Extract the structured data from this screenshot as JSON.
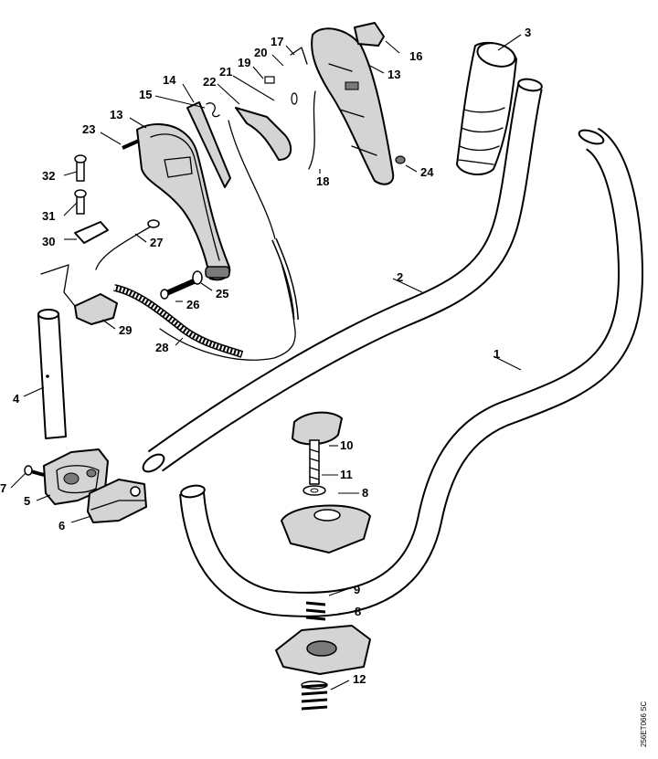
{
  "diagram_code": "256ET066 SC",
  "callouts": {
    "c1": "1",
    "c2": "2",
    "c3": "3",
    "c4": "4",
    "c5": "5",
    "c6": "6",
    "c7": "7",
    "c8a": "8",
    "c8b": "8",
    "c9": "9",
    "c10": "10",
    "c11": "11",
    "c12": "12",
    "c13a": "13",
    "c13b": "13",
    "c14": "14",
    "c15": "15",
    "c16": "16",
    "c17": "17",
    "c18": "18",
    "c19": "19",
    "c20": "20",
    "c21": "21",
    "c22": "22",
    "c23": "23",
    "c24": "24",
    "c25": "25",
    "c26": "26",
    "c27": "27",
    "c28": "28",
    "c29": "29",
    "c30": "30",
    "c31": "31",
    "c32": "32"
  },
  "colors": {
    "line": "#000000",
    "part_fill": "#ffffff",
    "shade": "#d4d4d4",
    "dark": "#7a7a7a"
  }
}
